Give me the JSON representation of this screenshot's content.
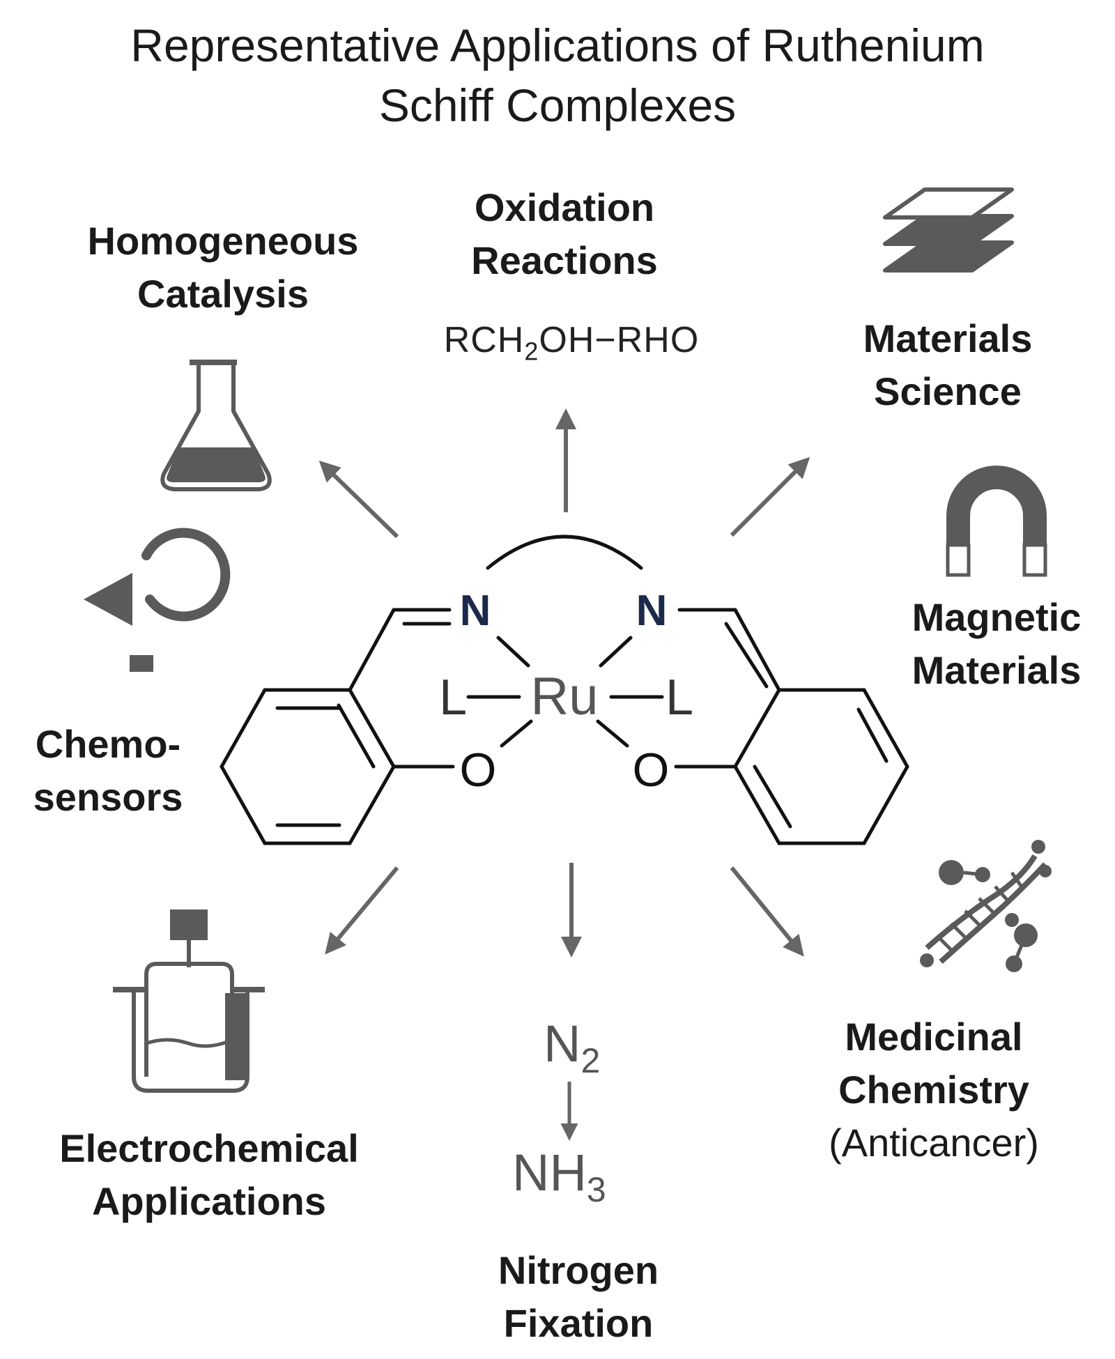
{
  "title": {
    "line1": "Representative Applications of Ruthenium",
    "line2": "Schiff Complexes"
  },
  "applications": {
    "homogeneous_catalysis": {
      "line1": "Homogeneous",
      "line2": "Catalysis",
      "icon": "flask-icon"
    },
    "oxidation_reactions": {
      "line1": "Oxidation",
      "line2": "Reactions",
      "formula_a": "RCH",
      "formula_sub": "2",
      "formula_b": "OH−RHO"
    },
    "materials_science": {
      "line1": "Materials",
      "line2": "Science",
      "icon": "stacked-layers-icon"
    },
    "magnetic_materials": {
      "line1": "Magnetic",
      "line2": "Materials",
      "icon": "horseshoe-magnet-icon"
    },
    "chemosensors": {
      "line1": "Chemo-",
      "line2": "sensors",
      "icon": "circular-arrow-icon"
    },
    "electrochemical_applications": {
      "line1": "Electrochemical",
      "line2": "Applications",
      "icon": "electrochemical-cell-icon"
    },
    "nitrogen_fixation": {
      "line1": "Nitrogen",
      "line2": "Fixation",
      "reactant": "N",
      "reactant_sub": "2",
      "product": "NH",
      "product_sub": "3"
    },
    "medicinal_chemistry": {
      "line1": "Medicinal",
      "line2": "Chemistry",
      "line3": "(Anticancer)",
      "icon": "dna-helix-icon"
    }
  },
  "complex": {
    "metal": "Ru",
    "donor_n_left": "N",
    "donor_n_right": "N",
    "donor_o_left": "O",
    "donor_o_right": "O",
    "ligand_left": "L",
    "ligand_right": "L"
  },
  "colors": {
    "text": "#1a1a1a",
    "arrow": "#666666",
    "icon": "#5a5a5a",
    "nitrogen": "#1b2a4a"
  }
}
